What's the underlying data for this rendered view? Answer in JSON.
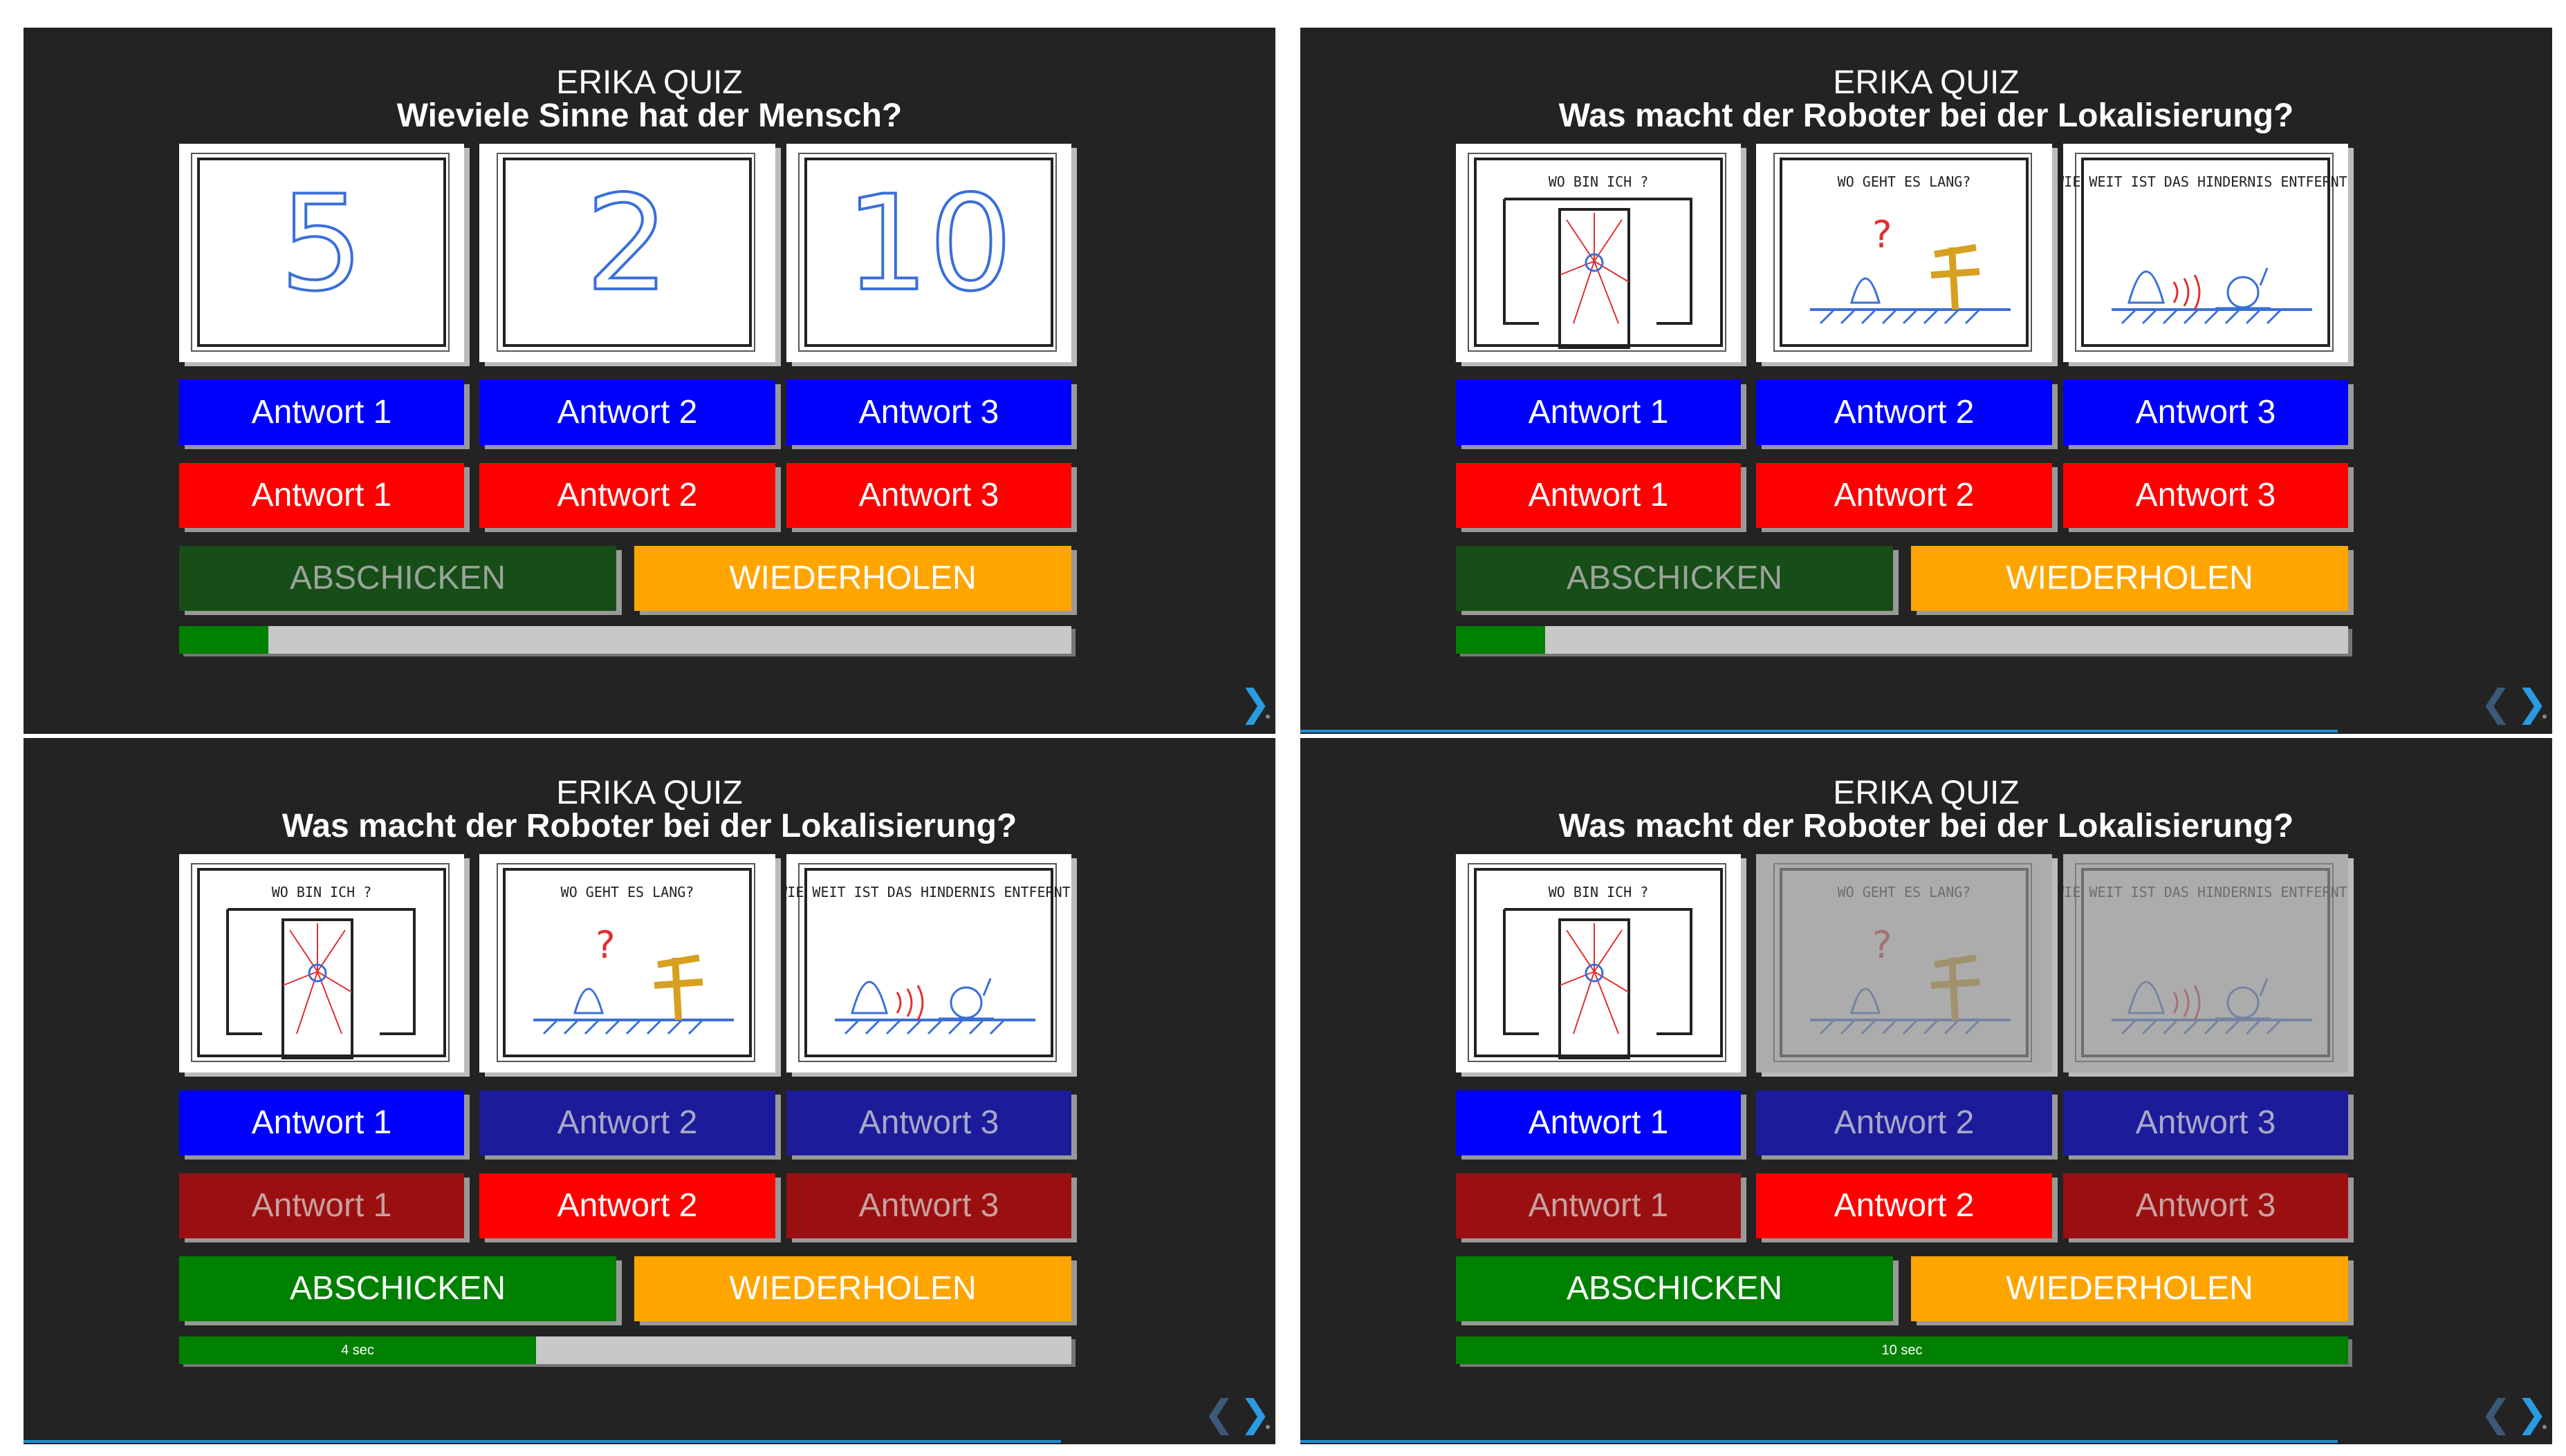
{
  "panels": [
    {
      "title": "ERIKA QUIZ",
      "question": "Wieviele Sinne hat der Mensch?",
      "images": [
        {
          "kind": "number",
          "text": "5",
          "dimmed": false
        },
        {
          "kind": "number",
          "text": "2",
          "dimmed": false
        },
        {
          "kind": "number",
          "text": "10",
          "dimmed": false
        }
      ],
      "blue_row": [
        {
          "label": "Antwort 1",
          "selected": true
        },
        {
          "label": "Antwort 2",
          "selected": true
        },
        {
          "label": "Antwort 3",
          "selected": true
        }
      ],
      "red_row": [
        {
          "label": "Antwort 1",
          "selected": true
        },
        {
          "label": "Antwort 2",
          "selected": true
        },
        {
          "label": "Antwort 3",
          "selected": true
        }
      ],
      "submit_label": "ABSCHICKEN",
      "submit_enabled": false,
      "repeat_label": "WIEDERHOLEN",
      "progress_fraction": 0.1,
      "progress_label": "",
      "show_prev": false,
      "show_underline": false
    },
    {
      "title": "ERIKA QUIZ",
      "question": "Was macht der Roboter bei der Lokalisierung?",
      "images": [
        {
          "kind": "wo-bin-ich",
          "text": "WO BIN ICH ?",
          "dimmed": false
        },
        {
          "kind": "wo-gehts",
          "text": "WO GEHT ES LANG?",
          "dimmed": false
        },
        {
          "kind": "hindernis",
          "text": "WIE WEIT IST DAS HINDERNIS ENTFERNT?",
          "dimmed": false
        }
      ],
      "blue_row": [
        {
          "label": "Antwort 1",
          "selected": true
        },
        {
          "label": "Antwort 2",
          "selected": true
        },
        {
          "label": "Antwort 3",
          "selected": true
        }
      ],
      "red_row": [
        {
          "label": "Antwort 1",
          "selected": true
        },
        {
          "label": "Antwort 2",
          "selected": true
        },
        {
          "label": "Antwort 3",
          "selected": true
        }
      ],
      "submit_label": "ABSCHICKEN",
      "submit_enabled": false,
      "repeat_label": "WIEDERHOLEN",
      "progress_fraction": 0.1,
      "progress_label": "",
      "show_prev": true,
      "show_underline": true
    },
    {
      "title": "ERIKA QUIZ",
      "question": "Was macht der Roboter bei der Lokalisierung?",
      "images": [
        {
          "kind": "wo-bin-ich",
          "text": "WO BIN ICH ?",
          "dimmed": false
        },
        {
          "kind": "wo-gehts",
          "text": "WO GEHT ES LANG?",
          "dimmed": false
        },
        {
          "kind": "hindernis",
          "text": "WIE WEIT IST DAS HINDERNIS ENTFERNT?",
          "dimmed": false
        }
      ],
      "blue_row": [
        {
          "label": "Antwort 1",
          "selected": true
        },
        {
          "label": "Antwort 2",
          "selected": false
        },
        {
          "label": "Antwort 3",
          "selected": false
        }
      ],
      "red_row": [
        {
          "label": "Antwort 1",
          "selected": false
        },
        {
          "label": "Antwort 2",
          "selected": true
        },
        {
          "label": "Antwort 3",
          "selected": false
        }
      ],
      "submit_label": "ABSCHICKEN",
      "submit_enabled": true,
      "repeat_label": "WIEDERHOLEN",
      "progress_fraction": 0.4,
      "progress_label": "4 sec",
      "show_prev": true,
      "show_underline": true
    },
    {
      "title": "ERIKA QUIZ",
      "question": "Was macht der Roboter bei der Lokalisierung?",
      "images": [
        {
          "kind": "wo-bin-ich",
          "text": "WO BIN ICH ?",
          "dimmed": false
        },
        {
          "kind": "wo-gehts",
          "text": "WO GEHT ES LANG?",
          "dimmed": true
        },
        {
          "kind": "hindernis",
          "text": "WIE WEIT IST DAS HINDERNIS ENTFERNT?",
          "dimmed": true
        }
      ],
      "blue_row": [
        {
          "label": "Antwort 1",
          "selected": true
        },
        {
          "label": "Antwort 2",
          "selected": false
        },
        {
          "label": "Antwort 3",
          "selected": false
        }
      ],
      "red_row": [
        {
          "label": "Antwort 1",
          "selected": false
        },
        {
          "label": "Antwort 2",
          "selected": true
        },
        {
          "label": "Antwort 3",
          "selected": false
        }
      ],
      "submit_label": "ABSCHICKEN",
      "submit_enabled": true,
      "repeat_label": "WIEDERHOLEN",
      "progress_fraction": 1.0,
      "progress_label": "10 sec",
      "show_prev": true,
      "show_underline": true
    }
  ],
  "nav": {
    "next_glyph": "❯",
    "prev_glyph": "❮"
  },
  "colors": {
    "blue": "#0000ff",
    "red": "#ff0000",
    "green": "#008000",
    "orange": "#ffa500",
    "panel": "#232323"
  },
  "icons": {
    "next": "chevron-right-icon",
    "prev": "chevron-left-icon"
  }
}
